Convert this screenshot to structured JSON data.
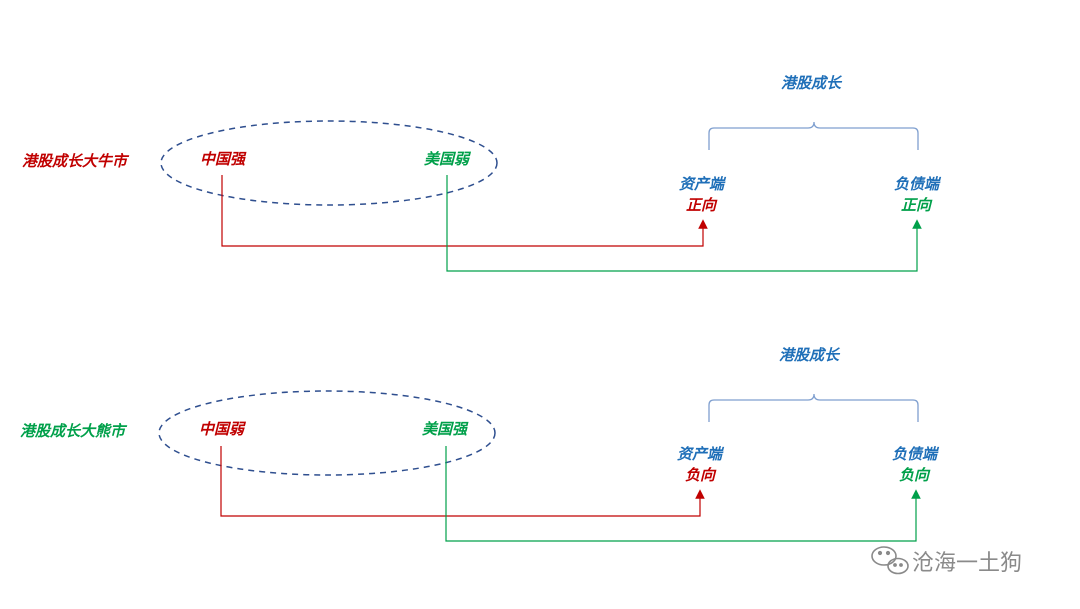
{
  "panels": [
    {
      "market_label": "港股成长大牛市",
      "china_label": "中国强",
      "us_label": "美国弱",
      "growth_label": "港股成长",
      "asset_label": "资产端",
      "asset_dir": "正向",
      "liab_label": "负债端",
      "liab_dir": "正向"
    },
    {
      "market_label": "港股成长大熊市",
      "china_label": "中国弱",
      "us_label": "美国强",
      "growth_label": "港股成长",
      "asset_label": "资产端",
      "asset_dir": "负向",
      "liab_label": "负债端",
      "liab_dir": "负向"
    }
  ],
  "watermark": "沧海一土狗",
  "colors": {
    "red": "#c00000",
    "green": "#00a04a",
    "blue": "#1f6fb8",
    "dashed_ellipse": "#2f4f8f"
  }
}
